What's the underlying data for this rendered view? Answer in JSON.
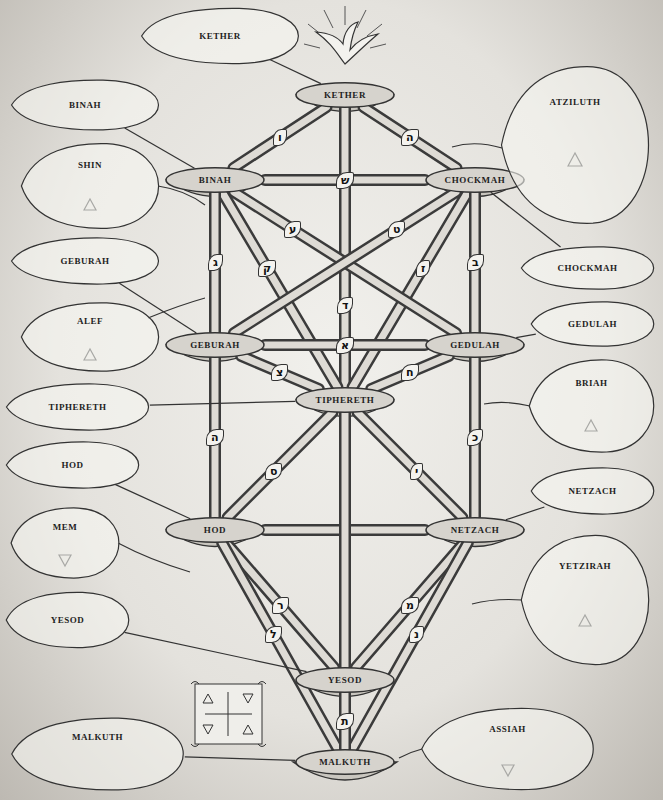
{
  "diagram": {
    "nodes": [
      {
        "text": [
          "KETHER"
        ]
      },
      {
        "text": [
          "BINAH"
        ]
      },
      {
        "text": [
          "CHOCKMAH"
        ]
      },
      {
        "text": [
          "GEBURAH"
        ]
      },
      {
        "text": [
          "GEDULAH"
        ]
      },
      {
        "text": [
          "TIPHERETH"
        ]
      },
      {
        "text": [
          "HOD"
        ]
      },
      {
        "text": [
          "NETZACH"
        ]
      },
      {
        "text": [
          "YESOD"
        ]
      },
      {
        "text": [
          "MALKUTH"
        ]
      },
      {
        "text": [
          "KETHER"
        ]
      },
      {
        "text": [
          "BINAH"
        ]
      },
      {
        "text": [
          "SHIN"
        ]
      },
      {
        "text": [
          "GEBURAH"
        ]
      },
      {
        "text": [
          "ALEF"
        ]
      },
      {
        "text": [
          "TIPHERETH"
        ]
      },
      {
        "text": [
          "HOD"
        ]
      },
      {
        "text": [
          "MEM"
        ]
      },
      {
        "text": [
          "YESOD"
        ]
      },
      {
        "text": [
          "MALKUTH"
        ]
      },
      {
        "text": [
          "ATZILUTH"
        ]
      },
      {
        "text": [
          "CHOCKMAH"
        ]
      },
      {
        "text": [
          "GEDULAH"
        ]
      },
      {
        "text": [
          "BRIAH"
        ]
      },
      {
        "text": [
          "NETZACH"
        ]
      },
      {
        "text": [
          "YETZIRAH"
        ]
      },
      {
        "text": [
          "ASSIAH"
        ]
      }
    ],
    "edges": [
      {
        "from": 0,
        "to": 1,
        "arrow": "none",
        "label": "ו"
      },
      {
        "from": 0,
        "to": 2,
        "arrow": "none",
        "label": "ה"
      },
      {
        "from": 1,
        "to": 2,
        "arrow": "none",
        "label": "ש"
      },
      {
        "from": 0,
        "to": 5,
        "arrow": "none",
        "label": "ד"
      },
      {
        "from": 1,
        "to": 5,
        "arrow": "none",
        "label": "ק"
      },
      {
        "from": 2,
        "to": 5,
        "arrow": "none",
        "label": "ז"
      },
      {
        "from": 1,
        "to": 3,
        "arrow": "none",
        "label": "ג"
      },
      {
        "from": 2,
        "to": 4,
        "arrow": "none",
        "label": "ב"
      },
      {
        "from": 1,
        "to": 4,
        "arrow": "none",
        "label": "ע"
      },
      {
        "from": 2,
        "to": 3,
        "arrow": "none",
        "label": "ט"
      },
      {
        "from": 3,
        "to": 4,
        "arrow": "none",
        "label": "א"
      },
      {
        "from": 3,
        "to": 5,
        "arrow": "none",
        "label": "צ"
      },
      {
        "from": 4,
        "to": 5,
        "arrow": "none",
        "label": "ח"
      },
      {
        "from": 3,
        "to": 6,
        "arrow": "none",
        "label": "ה"
      },
      {
        "from": 4,
        "to": 7,
        "arrow": "none",
        "label": "כ"
      },
      {
        "from": 5,
        "to": 6,
        "arrow": "none",
        "label": "ס"
      },
      {
        "from": 5,
        "to": 7,
        "arrow": "none",
        "label": "י"
      },
      {
        "from": 6,
        "to": 7,
        "arrow": "none"
      },
      {
        "from": 5,
        "to": 8,
        "arrow": "none"
      },
      {
        "from": 6,
        "to": 8,
        "arrow": "none",
        "label": "ר"
      },
      {
        "from": 7,
        "to": 8,
        "arrow": "none",
        "label": "מ"
      },
      {
        "from": 6,
        "to": 9,
        "arrow": "none",
        "label": "ל"
      },
      {
        "from": 7,
        "to": 9,
        "arrow": "none",
        "label": "נ"
      },
      {
        "from": 8,
        "to": 9,
        "arrow": "none",
        "label": "ת"
      },
      {
        "from": 10,
        "to": 0,
        "arrow": "none"
      },
      {
        "from": 11,
        "to": 1,
        "arrow": "none"
      },
      {
        "from": 13,
        "to": 3,
        "arrow": "none"
      },
      {
        "from": 15,
        "to": 5,
        "arrow": "none"
      },
      {
        "from": 16,
        "to": 6,
        "arrow": "none"
      },
      {
        "from": 18,
        "to": 8,
        "arrow": "none"
      },
      {
        "from": 19,
        "to": 9,
        "arrow": "none"
      },
      {
        "from": 21,
        "to": 2,
        "arrow": "none"
      },
      {
        "from": 22,
        "to": 4,
        "arrow": "none"
      },
      {
        "from": 24,
        "to": 7,
        "arrow": "none"
      }
    ]
  }
}
